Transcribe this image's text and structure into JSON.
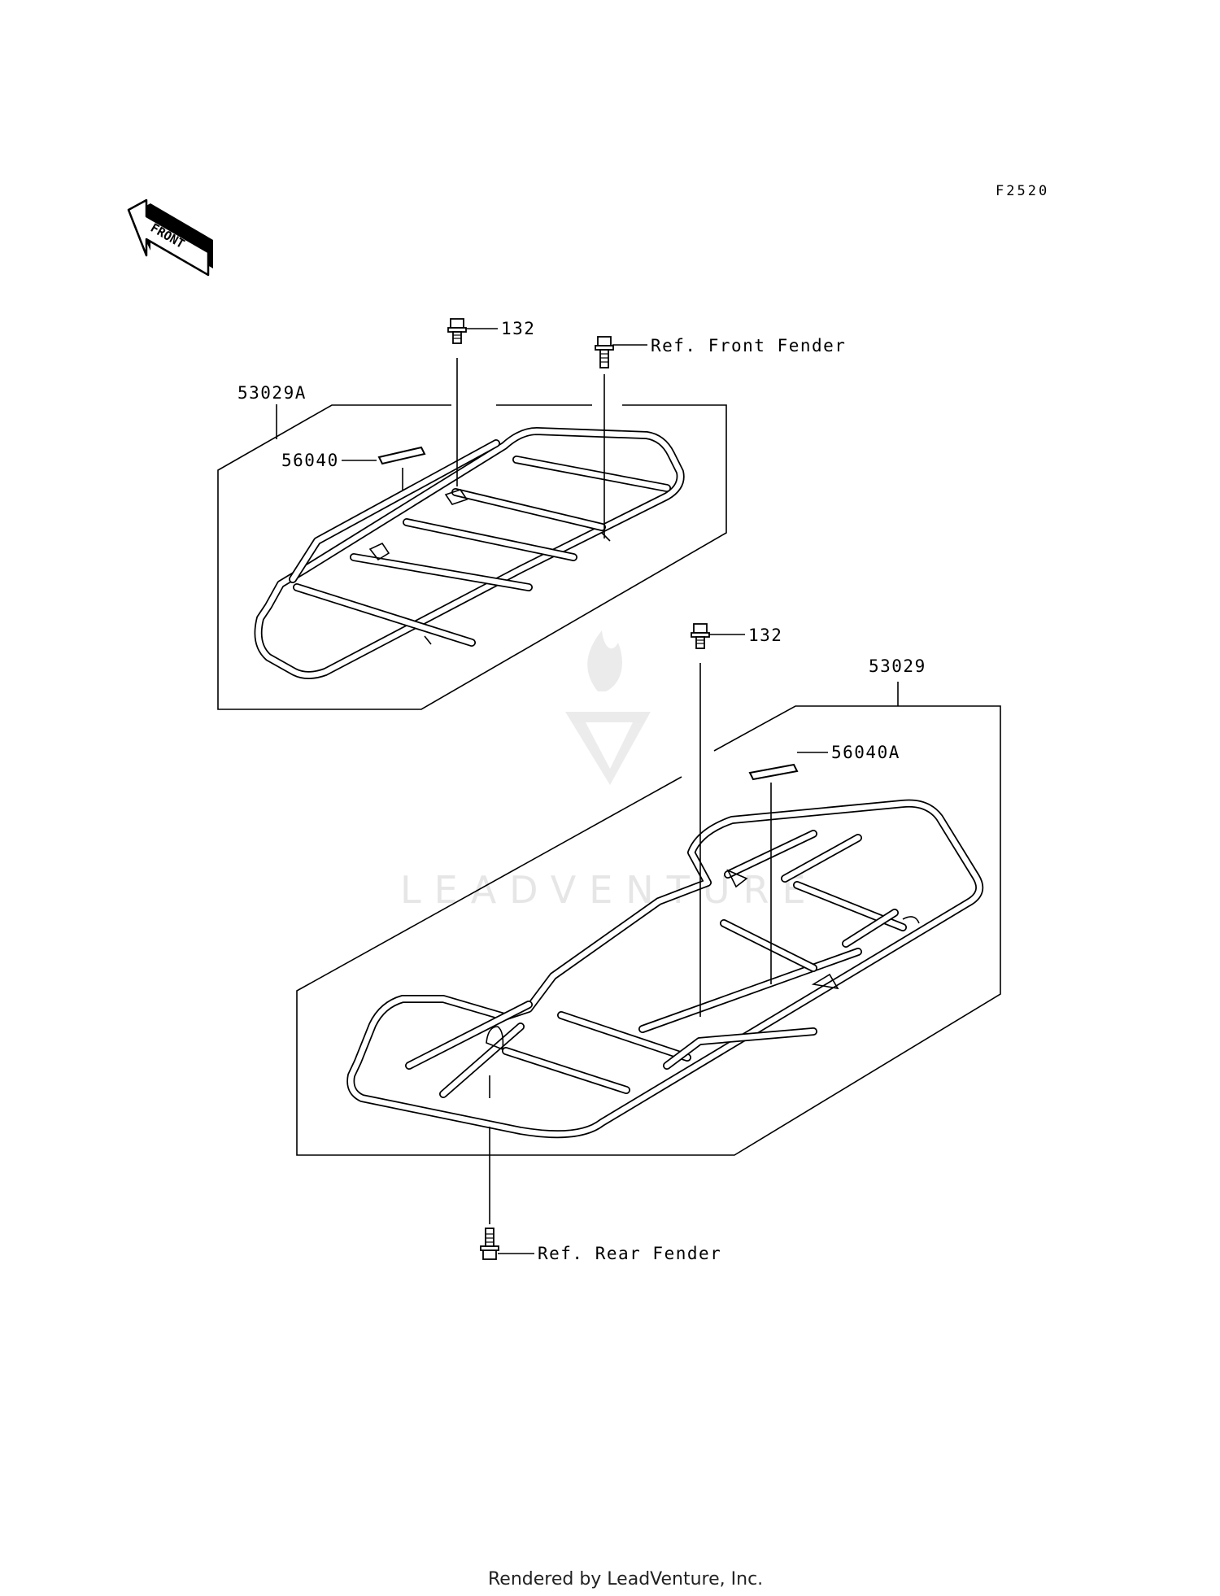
{
  "diagram": {
    "code": "F2520",
    "direction_label": "FRONT",
    "watermark": "LEADVENTURE",
    "footer": "Rendered by LeadVenture, Inc.",
    "front_carrier": {
      "assembly": "53029A",
      "label": "56040",
      "bolt": "132",
      "ref_bolt": "Ref. Front Fender"
    },
    "rear_carrier": {
      "assembly": "53029",
      "label": "56040A",
      "bolt": "132",
      "ref_bolt": "Ref. Rear Fender"
    }
  }
}
